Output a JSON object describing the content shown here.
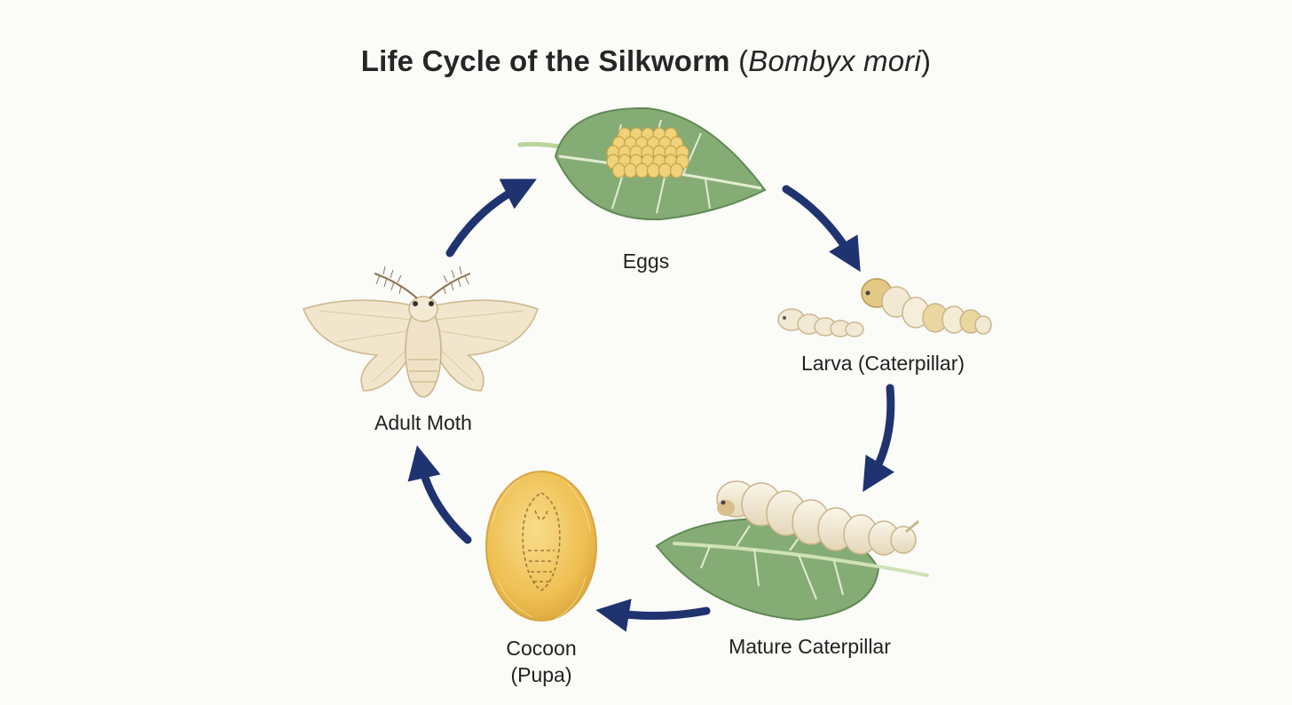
{
  "title": {
    "main": "Life Cycle of the Silkworm ",
    "open_paren": "(",
    "scientific_name": "Bombyx mori",
    "close_paren": ")"
  },
  "stages": [
    {
      "id": "eggs",
      "label": "Eggs"
    },
    {
      "id": "larva",
      "label": "Larva (Caterpillar)"
    },
    {
      "id": "mature",
      "label": "Mature Caterpillar"
    },
    {
      "id": "cocoon",
      "label_line1": "Cocoon",
      "label_line2": "(Pupa)"
    },
    {
      "id": "moth",
      "label": "Adult Moth"
    }
  ],
  "colors": {
    "arrow": "#1f3370",
    "leaf": "#86ac76",
    "leaf_vein": "#e6efd8",
    "egg": "#efd27a",
    "worm": "#f3ead6",
    "cocoon": "#f2c65c",
    "moth": "#efe2c6"
  }
}
